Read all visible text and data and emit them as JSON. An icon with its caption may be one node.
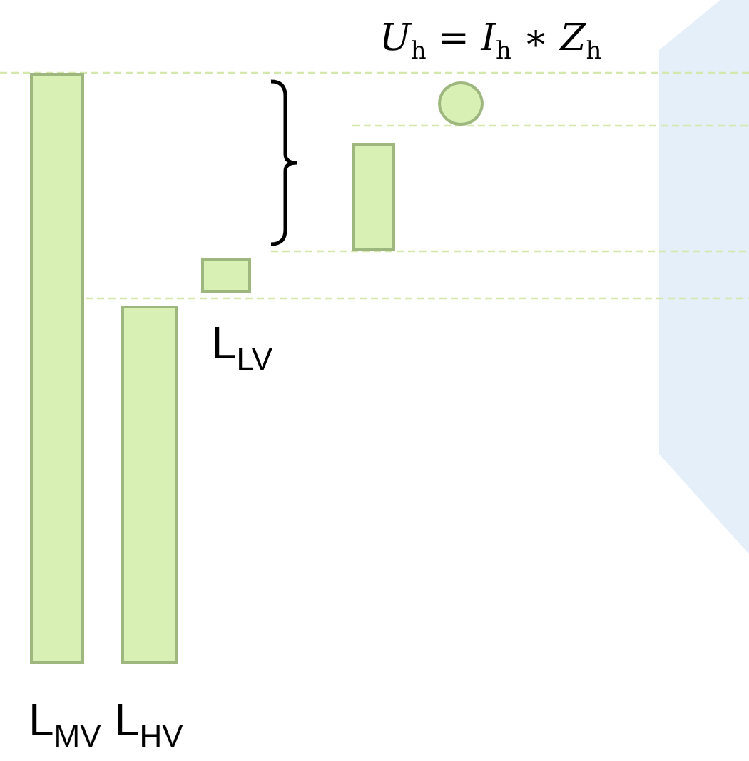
{
  "diagram": {
    "nodes": [
      {
        "text": [],
        "shape": "bar",
        "beside": [
          "L$_{MV}$"
        ]
      },
      {
        "text": [],
        "shape": "bar",
        "beside": [
          "L$_{HV}$"
        ]
      },
      {
        "text": [],
        "shape": "bar",
        "beside": [
          "L$_{LV}$"
        ]
      },
      {
        "text": [],
        "shape": "bar"
      },
      {
        "text": [],
        "shape": "circle"
      }
    ],
    "edges": [],
    "labels": [
      "*U*$_{h}$ = *I*$_{h}$ ∗ *Z*$_{h}$"
    ]
  }
}
